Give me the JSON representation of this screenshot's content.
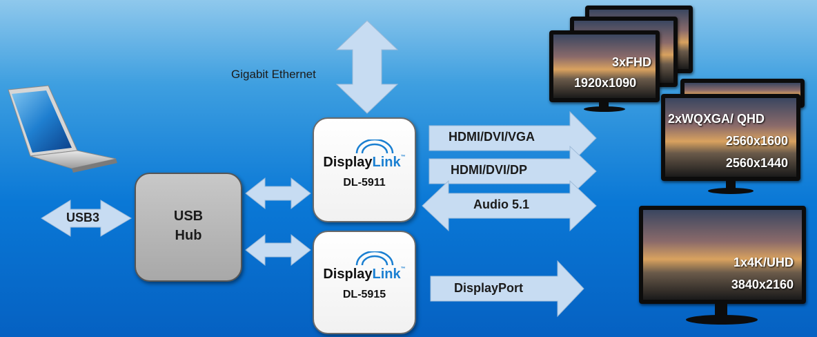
{
  "colors": {
    "arrow": "#c7dcf2",
    "arrow_text": "#1b1b1b",
    "background_top": "#8fc8ec",
    "background_bottom": "#0561c2",
    "brand_blue": "#1a7fd1",
    "hub": "#b8b8b8"
  },
  "icons": {
    "laptop": "laptop-icon",
    "signal": "signal-arc-icon",
    "monitor": "monitor-icon"
  },
  "arrows": {
    "ethernet": "Gigabit Ethernet",
    "usb3": "USB3",
    "out1": "HDMI/DVI/VGA",
    "out2": "HDMI/DVI/DP",
    "out3": "Audio 5.1",
    "out4": "DisplayPort"
  },
  "hub": {
    "line1": "USB",
    "line2": "Hub"
  },
  "chips": [
    {
      "brand_a": "Display",
      "brand_b": "Link",
      "tm": "™",
      "model": "DL-5911"
    },
    {
      "brand_a": "Display",
      "brand_b": "Link",
      "tm": "™",
      "model": "DL-5915"
    }
  ],
  "monitors": {
    "fhd": {
      "line1": "3xFHD",
      "line2": "1920x1090"
    },
    "qhd": {
      "line1": "2xWQXGA/ QHD",
      "line2": "2560x1600",
      "line3": "2560x1440"
    },
    "uhd": {
      "line1": "1x4K/UHD",
      "line2": "3840x2160"
    }
  }
}
